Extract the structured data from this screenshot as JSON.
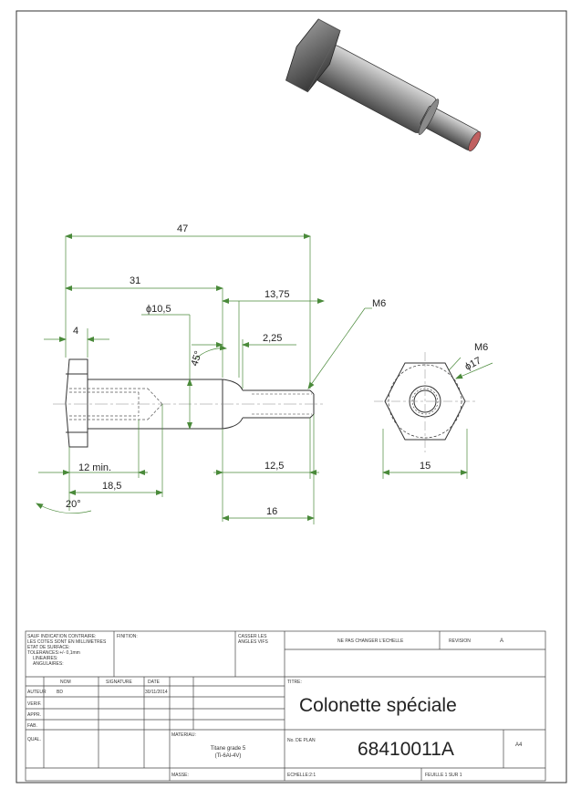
{
  "dimensions": {
    "d47": "47",
    "d31": "31",
    "d13_75": "13,75",
    "dphi10_5": "ϕ10,5",
    "d4": "4",
    "d2_25": "2,25",
    "d45deg": "45°",
    "thread_m6": "M6",
    "d12min": "12 min.",
    "d18_5": "18,5",
    "d20deg": "20°",
    "d12_5": "12,5",
    "d16": "16",
    "d15": "15",
    "side_m6": "M6",
    "dphi17": "ϕ17"
  },
  "title_block": {
    "notes_line1": "SAUF INDICATION CONTRAIRE:",
    "notes_line2": "LES COTES SONT EN MILLIMETRES",
    "notes_line3": "ETAT DE SURFACE:",
    "notes_line4": "TOLERANCES:+/- 0,1mm",
    "notes_line5": "LINEAIRES:",
    "notes_line6": "ANGULAIRES:",
    "finition_label": "FINITION:",
    "casser_line1": "CASSER LES",
    "casser_line2": "ANGLES VIFS",
    "scale_note": "NE PAS CHANGER L'ECHELLE",
    "revision_label": "REVISION",
    "revision_value": "A",
    "col_nom": "NOM",
    "col_signature": "SIGNATURE",
    "col_date": "DATE",
    "row_auteur": "AUTEUR",
    "auteur_nom": "BD",
    "auteur_date": "30/11/2014",
    "row_verif": "VERIF.",
    "row_appr": "APPR.",
    "row_fab": "FAB.",
    "row_qual": "QUAL.",
    "titre_label": "TITRE:",
    "title": "Colonette spéciale",
    "materiau_label": "MATERIAU:",
    "material_line1": "Titane grade 5",
    "material_line2": "(Ti-6Al-4V)",
    "plan_label": "No. DE PLAN",
    "plan_number": "68410011A",
    "format": "A4",
    "masse_label": "MASSE:",
    "echelle": "ECHELLE:2:1",
    "feuille": "FEUILLE 1 SUR 1"
  }
}
